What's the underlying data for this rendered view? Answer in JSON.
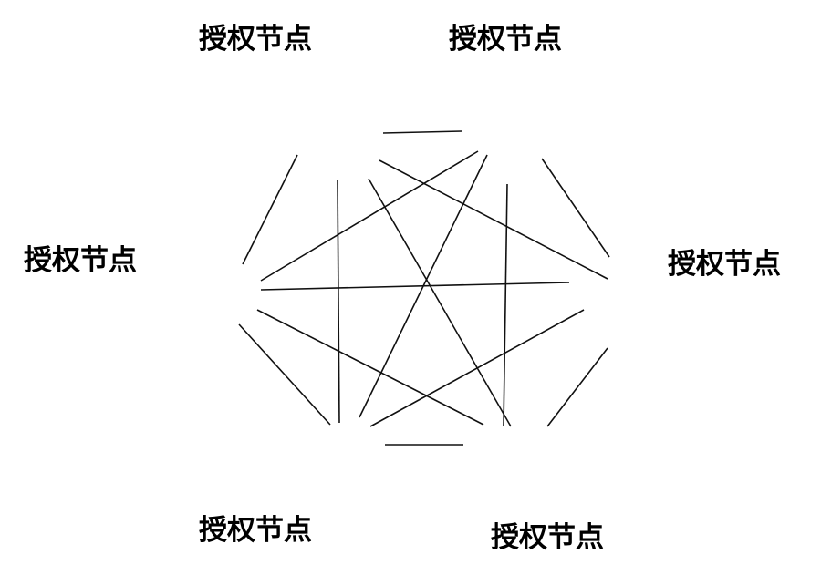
{
  "nodes": [
    {
      "id": "n1",
      "label": "授权节点"
    },
    {
      "id": "n2",
      "label": "授权节点"
    },
    {
      "id": "n3",
      "label": "授权节点"
    },
    {
      "id": "n4",
      "label": "授权节点"
    },
    {
      "id": "n5",
      "label": "授权节点"
    },
    {
      "id": "n6",
      "label": "授权节点"
    }
  ],
  "colors": {
    "device_top": "#8088c2",
    "device_front": "#474e8e",
    "device_side": "#2f3570",
    "edge": "#111111",
    "label": "#000000"
  },
  "icons": {
    "node": "computer-workstation-icon"
  }
}
